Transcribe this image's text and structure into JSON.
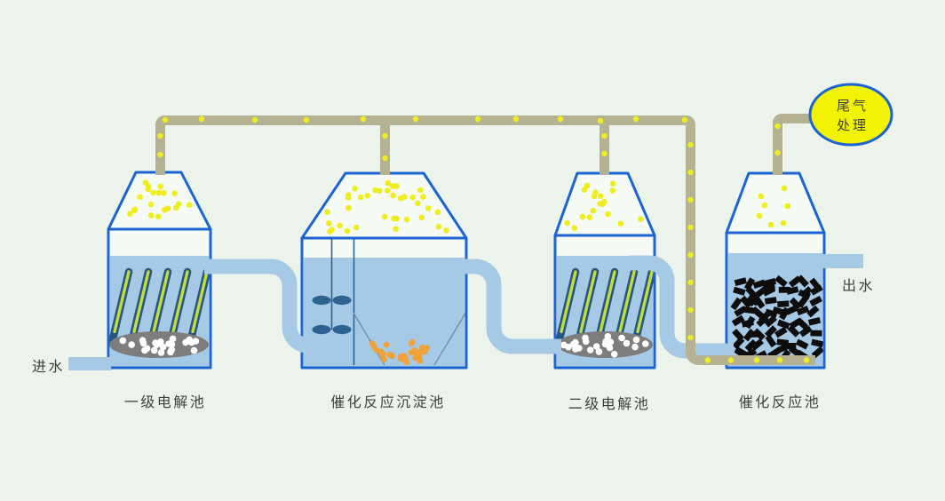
{
  "diagram": {
    "type": "wastewater-treatment-process-flow",
    "labels": {
      "inlet": "进水",
      "outlet": "出水"
    },
    "tanks": [
      {
        "label": "一级电解池"
      },
      {
        "label": "催化反应沉淀池"
      },
      {
        "label": "二级电解池"
      },
      {
        "label": "催化反应池"
      }
    ],
    "offgas": {
      "line1": "尾气",
      "line2": "处理"
    }
  },
  "colors": {
    "background": "#ECF3EA",
    "tank_border": "#1B64D2",
    "tank_interior": "#F6FAF4",
    "water": "#A6C9E5",
    "pipe": "#A6C9E5",
    "gas_pipe": "#B5B193",
    "gas_bubble": "#EDED1F",
    "electrode_body": "#27567E",
    "electrode_core": "#C3DC40",
    "gravel": "#7D7D7D",
    "gravel_stone": "#FFFFFF",
    "stirrer": "#2D6390",
    "hopper_line": "#7A93AC",
    "sediment": "#F0A238",
    "catalyst": "#0D0D0D",
    "offgas_fill": "#F2F204",
    "label_text": "#3F3F3F"
  }
}
